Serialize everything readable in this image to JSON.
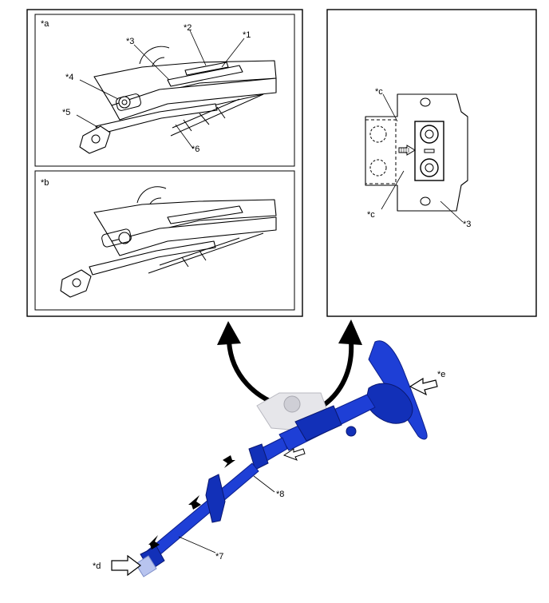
{
  "callouts": {
    "a": "*a",
    "b": "*b",
    "c_top": "*c",
    "c_bottom": "*c",
    "d": "*d",
    "e": "*e",
    "n1": "*1",
    "n2": "*2",
    "n3_inset": "*3",
    "n3_panel": "*3",
    "n4": "*4",
    "n5": "*5",
    "n6": "*6",
    "n7": "*7",
    "n8": "*8"
  },
  "colors": {
    "assembly_blue": "#1e3fd6",
    "line": "#000000"
  },
  "icons": {
    "curved_arrow": "curved-arrow-icon",
    "direction_arrow": "outline-arrow-icon",
    "motion_arrow": "solid-arrow-icon"
  }
}
